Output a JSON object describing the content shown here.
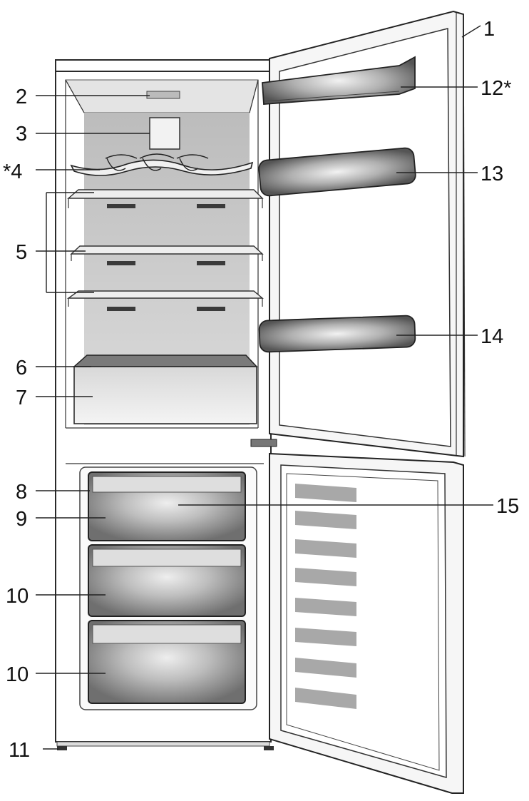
{
  "labels": {
    "l1": "1",
    "l2": "2",
    "l3": "3",
    "l4": "*4",
    "l5": "5",
    "l6": "6",
    "l7": "7",
    "l8": "8",
    "l9": "9",
    "l10a": "10",
    "l10b": "10",
    "l11": "11",
    "l12": "12*",
    "l13": "13",
    "l14": "14",
    "l15": "15"
  },
  "colors": {
    "cabinet_inner": "#c8c8c8",
    "shelf": "#e6e6e6",
    "drawer_light": "#e8e8e8",
    "drawer_dark": "#6e6e6e",
    "door_bar": "#9a9a9a",
    "outline": "#2a2a2a"
  }
}
